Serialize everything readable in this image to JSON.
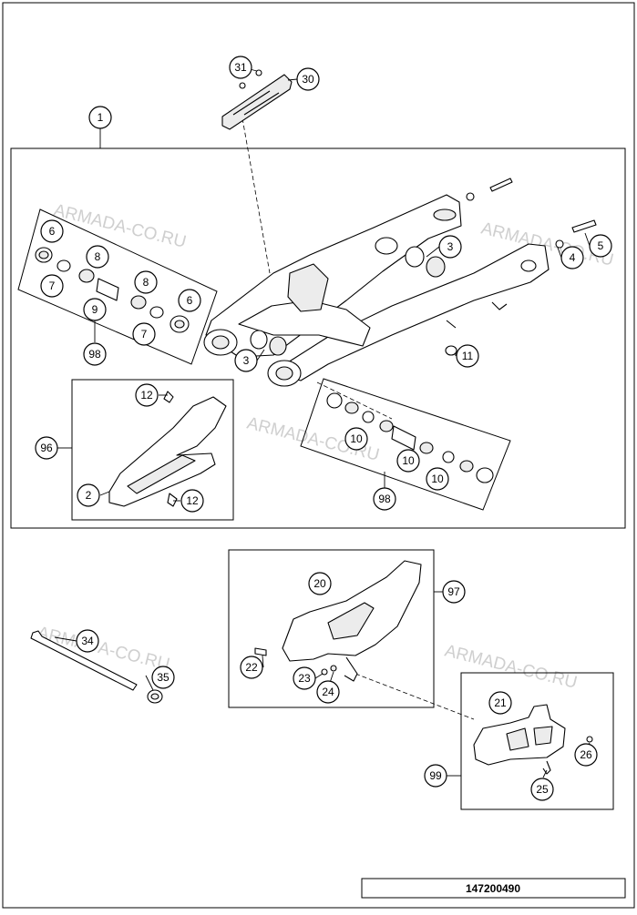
{
  "drawing_number": "147200490",
  "watermark": "ARMADA-CO.RU",
  "callouts": {
    "c1": "1",
    "c2": "2",
    "c3a": "3",
    "c3b": "3",
    "c4": "4",
    "c5": "5",
    "c6a": "6",
    "c6b": "6",
    "c7a": "7",
    "c7b": "7",
    "c8a": "8",
    "c8b": "8",
    "c9": "9",
    "c10a": "10",
    "c10b": "10",
    "c10c": "10",
    "c11": "11",
    "c12a": "12",
    "c12b": "12",
    "c20": "20",
    "c21": "21",
    "c22": "22",
    "c23": "23",
    "c24": "24",
    "c25": "25",
    "c26": "26",
    "c30": "30",
    "c31": "31",
    "c34": "34",
    "c35": "35",
    "c96": "96",
    "c97": "97",
    "c98a": "98",
    "c98b": "98",
    "c99": "99"
  }
}
